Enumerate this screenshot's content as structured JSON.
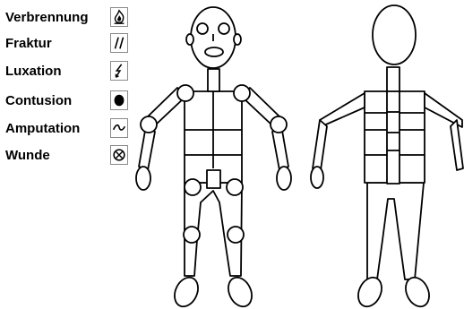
{
  "legend": {
    "items": [
      {
        "label": "Verbrennung",
        "icon": "flame-icon"
      },
      {
        "label": "Fraktur",
        "icon": "double-slash-icon"
      },
      {
        "label": "Luxation",
        "icon": "lightning-bolt-icon"
      },
      {
        "label": "Contusion",
        "icon": "filled-circle-icon"
      },
      {
        "label": "Amputation",
        "icon": "tilde-icon"
      },
      {
        "label": "Wunde",
        "icon": "circled-x-icon"
      }
    ]
  },
  "colors": {
    "stroke": "#000000",
    "background": "#ffffff",
    "icon_border": "#8a8a8a"
  }
}
